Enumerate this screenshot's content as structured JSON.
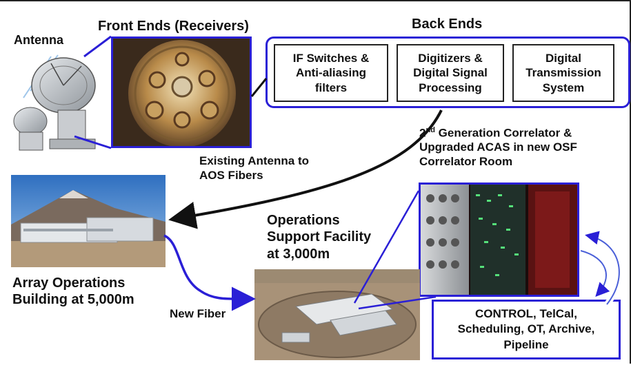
{
  "labels": {
    "antenna": "Antenna",
    "front_ends": "Front Ends (Receivers)",
    "back_ends": "Back Ends",
    "existing_fibers_line1": "Existing Antenna to",
    "existing_fibers_line2": "AOS  Fibers",
    "correlator_line1_pre": "2",
    "correlator_line1_sup": "nd",
    "correlator_line1_post": " Generation Correlator &",
    "correlator_line2": "Upgraded ACAS  in new OSF",
    "correlator_line3": "Correlator Room",
    "osf_line1": "Operations",
    "osf_line2": "Support Facility",
    "osf_line3": "at 3,000m",
    "aob_line1": "Array Operations",
    "aob_line2": "Building at 5,000m",
    "new_fiber": "New Fiber"
  },
  "back_end_boxes": [
    {
      "line1": "IF Switches &",
      "line2": "Anti-aliasing",
      "line3": "filters"
    },
    {
      "line1": "Digitizers &",
      "line2": "Digital Signal",
      "line3": "Processing"
    },
    {
      "line1": "Digital",
      "line2": "Transmission",
      "line3": "System"
    }
  ],
  "software_box": {
    "line1": "CONTROL, TelCal,",
    "line2": "Scheduling, OT, Archive,",
    "line3": "Pipeline"
  },
  "colors": {
    "accent_blue": "#2a1fd6",
    "arrow_black": "#111111",
    "arrow_outline_blue": "#4a5fd8"
  }
}
